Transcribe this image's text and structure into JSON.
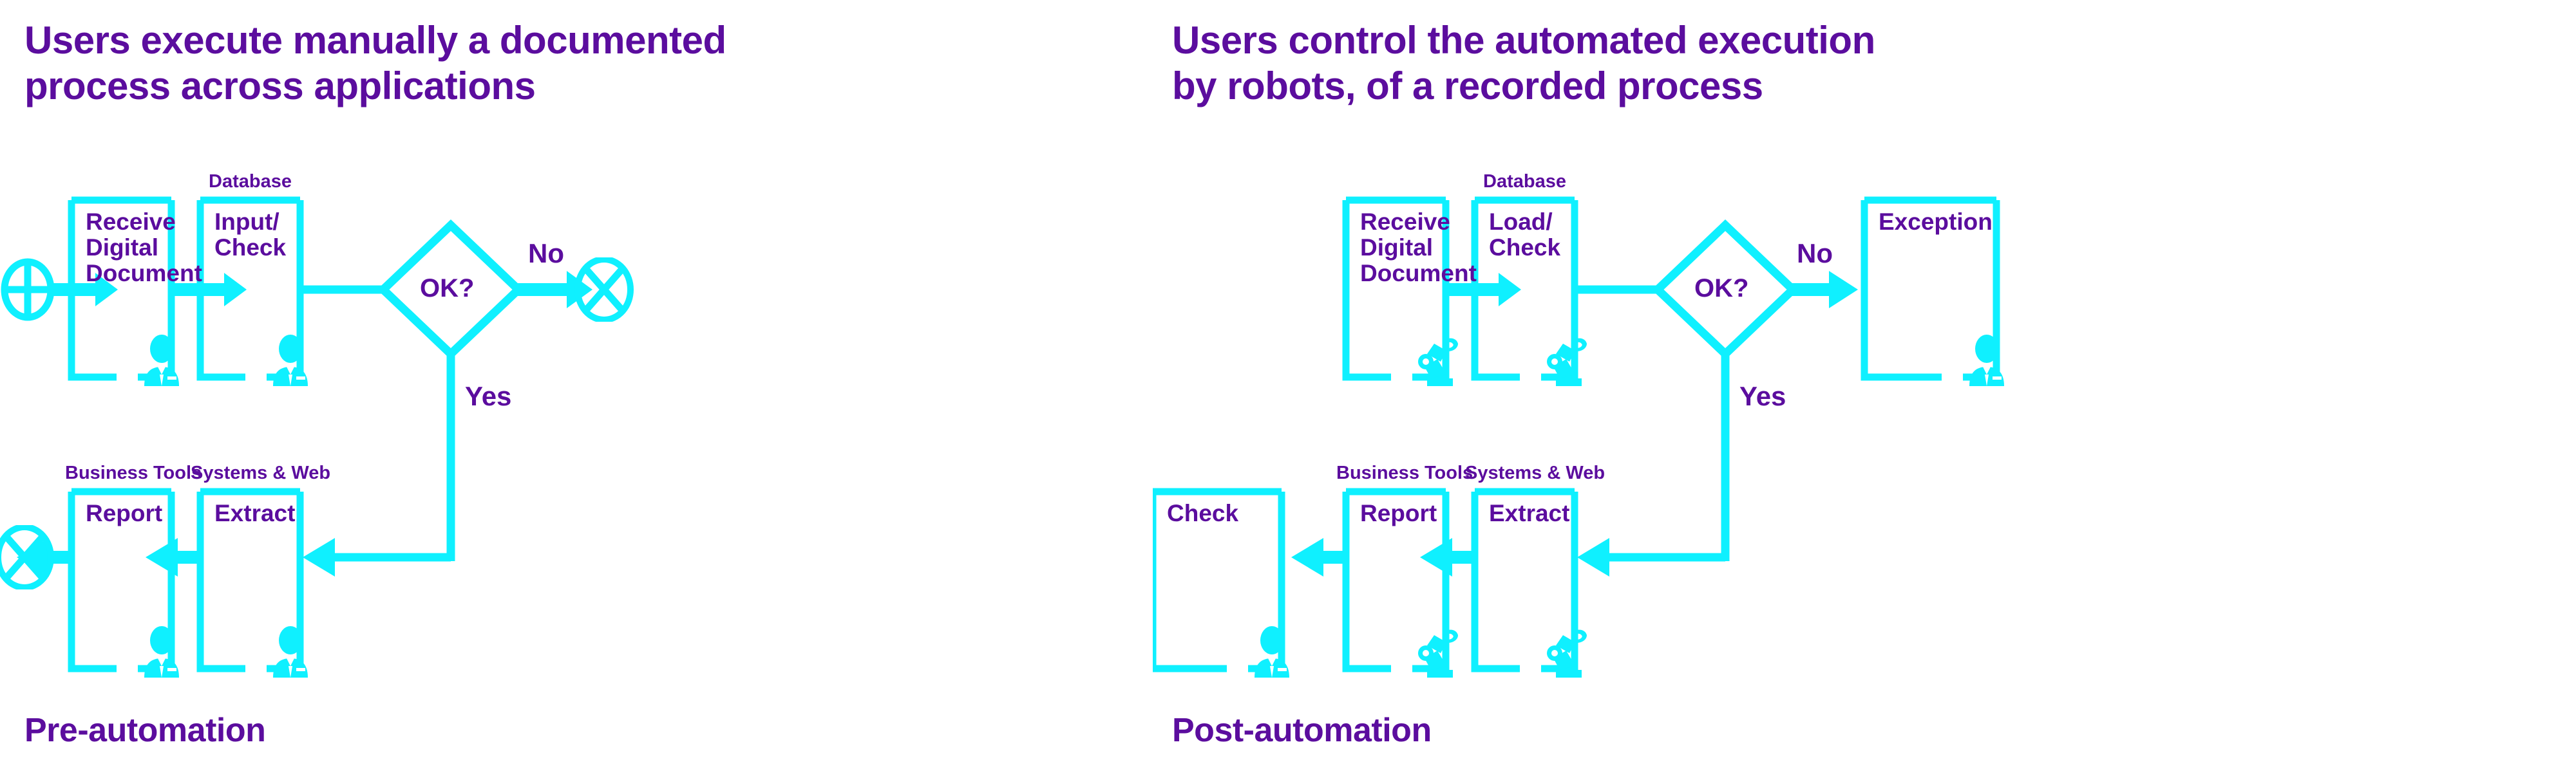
{
  "colors": {
    "accent_cyan": "#0FF0FF",
    "brand_purple": "#5B0D9E",
    "background": "#FFFFFF"
  },
  "panels": [
    {
      "id": "pre-automation",
      "heading": "Users execute manually a documented\nprocess across applications",
      "caption": "Pre-automation",
      "flow": {
        "start_node": {
          "icon": "circle-plus-start-icon"
        },
        "nodes": [
          {
            "id": "receive-digital-document",
            "label": "Receive\nDigital\nDocument",
            "lane": "",
            "actor_icon": "person-icon"
          },
          {
            "id": "input-check",
            "label": "Input/\nCheck",
            "lane": "Database",
            "actor_icon": "person-icon"
          },
          {
            "id": "extract",
            "label": "Extract",
            "lane": "Systems & Web",
            "actor_icon": "person-icon"
          },
          {
            "id": "report",
            "label": "Report",
            "lane": "Business Tools",
            "actor_icon": "person-icon"
          }
        ],
        "decision": {
          "id": "ok-decision",
          "label": "OK?",
          "yes_label": "Yes",
          "no_label": "No"
        },
        "end_nodes": [
          {
            "id": "end-no",
            "icon": "circle-x-end-icon"
          },
          {
            "id": "end-report",
            "icon": "circle-x-end-icon"
          }
        ]
      }
    },
    {
      "id": "post-automation",
      "heading": "Users control the automated execution\nby robots, of a recorded process",
      "caption": "Post-automation",
      "flow": {
        "nodes": [
          {
            "id": "receive-digital-document",
            "label": "Receive\nDigital\nDocument",
            "lane": "",
            "actor_icon": "robot-arm-icon"
          },
          {
            "id": "load-check",
            "label": "Load/\nCheck",
            "lane": "Database",
            "actor_icon": "robot-arm-icon"
          },
          {
            "id": "exception",
            "label": "Exception",
            "lane": "",
            "actor_icon": "person-icon"
          },
          {
            "id": "extract",
            "label": "Extract",
            "lane": "Systems & Web",
            "actor_icon": "robot-arm-icon"
          },
          {
            "id": "report",
            "label": "Report",
            "lane": "Business Tools",
            "actor_icon": "robot-arm-icon"
          },
          {
            "id": "check",
            "label": "Check",
            "lane": "",
            "actor_icon": "person-icon"
          }
        ],
        "decision": {
          "id": "ok-decision",
          "label": "OK?",
          "yes_label": "Yes",
          "no_label": "No"
        }
      }
    }
  ]
}
